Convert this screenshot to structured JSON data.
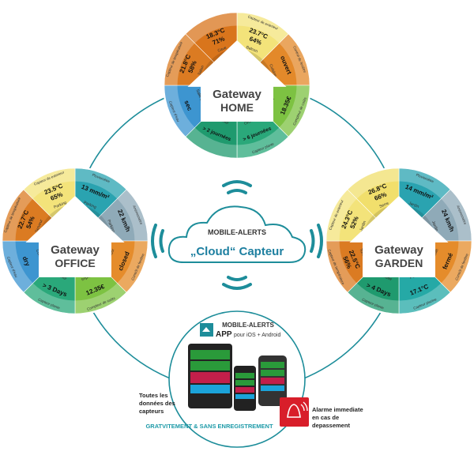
{
  "colors": {
    "teal": "#1d8d9a",
    "red": "#d81e2a",
    "white": "#ffffff"
  },
  "gateways": [
    {
      "id": "home",
      "title": "Gateway",
      "name": "HOME",
      "segments": [
        {
          "outer": "Capteur de exterieur",
          "value": "23.7°C",
          "value2": "64%",
          "inner": "Balcon",
          "color": "#f3e37a"
        },
        {
          "outer": "Control de fenêtre",
          "value": "ouvert",
          "value2": "",
          "inner": "Cuisine",
          "color": "#e3892a"
        },
        {
          "outer": "Compteur de coûts",
          "value": "18.35€",
          "value2": "",
          "inner": "TV",
          "color": "#7dc242"
        },
        {
          "outer": "Capteur plante",
          "value": "> 6 journées",
          "value2": "",
          "inner": "Orchidée",
          "color": "#2aa87a"
        },
        {
          "outer": "",
          "value": "> 2 journées",
          "value2": "",
          "inner": "Palmier",
          "color": "#1f9a6e"
        },
        {
          "outer": "Capteur d'eau",
          "value": "sec",
          "value2": "",
          "inner": "Salle de bain",
          "color": "#3d95d0"
        },
        {
          "outer": "Capteur de température",
          "value": "21.8°C",
          "value2": "58%",
          "inner": "Salon",
          "color": "#db7b22"
        },
        {
          "outer": "",
          "value": "18.3°C",
          "value2": "71%",
          "inner": "Cave",
          "color": "#d9751c"
        }
      ]
    },
    {
      "id": "office",
      "title": "Gateway",
      "name": "OFFICE",
      "segments": [
        {
          "outer": "Pluviomètre",
          "value": "13 mm/m²",
          "value2": "",
          "inner": "Parking",
          "color": "#2aa3b0"
        },
        {
          "outer": "Anémomètre",
          "value": "22 km/h",
          "value2": "",
          "inner": "Parking",
          "color": "#8faab8"
        },
        {
          "outer": "Contrôl de fenêtre",
          "value": "closed",
          "value2": "",
          "inner": "Corridor",
          "color": "#e58c2b"
        },
        {
          "outer": "Compteur de coûts",
          "value": "12.35€",
          "value2": "",
          "inner": "Imprimeur",
          "color": "#7dc242"
        },
        {
          "outer": "Capteur plante",
          "value": "> 3 Days",
          "value2": "",
          "inner": "Palmier",
          "color": "#2aa87a"
        },
        {
          "outer": "Capteur d'eau",
          "value": "dry",
          "value2": "",
          "inner": "Cuisine",
          "color": "#3d95d0"
        },
        {
          "outer": "Capteur de température",
          "value": "22.7°C",
          "value2": "54%",
          "inner": "Serveur",
          "color": "#db7b22"
        },
        {
          "outer": "Capteur de exterieur",
          "value": "23.5°C",
          "value2": "65%",
          "inner": "Parking",
          "color": "#f3e37a"
        }
      ]
    },
    {
      "id": "garden",
      "title": "Gateway",
      "name": "GARDEN",
      "segments": [
        {
          "outer": "Pluviomètre",
          "value": "14 mm/m²",
          "value2": "",
          "inner": "Jardin",
          "color": "#2aa3b0"
        },
        {
          "outer": "Anémomètre",
          "value": "24 km/h",
          "value2": "",
          "inner": "Jardin",
          "color": "#8faab8"
        },
        {
          "outer": "Contrôl de fenêtre",
          "value": "fermé",
          "value2": "",
          "inner": "Tonnelle",
          "color": "#e58c2b"
        },
        {
          "outer": "Capteur piscine",
          "value": "17.1°C",
          "value2": "",
          "inner": "Pool",
          "color": "#25a9a6"
        },
        {
          "outer": "Capteur plante",
          "value": "> 4 Days",
          "value2": "",
          "inner": "Orchidée",
          "color": "#1f9a6e"
        },
        {
          "outer": "Capteur de température",
          "value": "22.5°C",
          "value2": "56%",
          "inner": "Tonnelle",
          "color": "#db7b22"
        },
        {
          "outer": "Capteur de exterieur",
          "value": "24.3°C",
          "value2": "52%",
          "inner": "Jardin",
          "color": "#f3e37a"
        },
        {
          "outer": "",
          "value": "26.8°C",
          "value2": "66%",
          "inner": "Serre",
          "color": "#f1df6c"
        }
      ]
    }
  ],
  "cloud": {
    "brand": "MOBILE-ALERTS",
    "title": "„Cloud“ Capteur"
  },
  "app": {
    "brand": "MOBILE-ALERTS",
    "app_label": "APP",
    "platforms": "pour iOS + Android",
    "left_text": [
      "Toutes les",
      "données des",
      "capteurs"
    ],
    "right_text": [
      "Alarme immediate",
      "en cas de",
      "depassement"
    ],
    "footer": "GRATVITEMENT & SANS ENREGISTREMENT",
    "alarm_icon": "bell-alarm-icon"
  }
}
